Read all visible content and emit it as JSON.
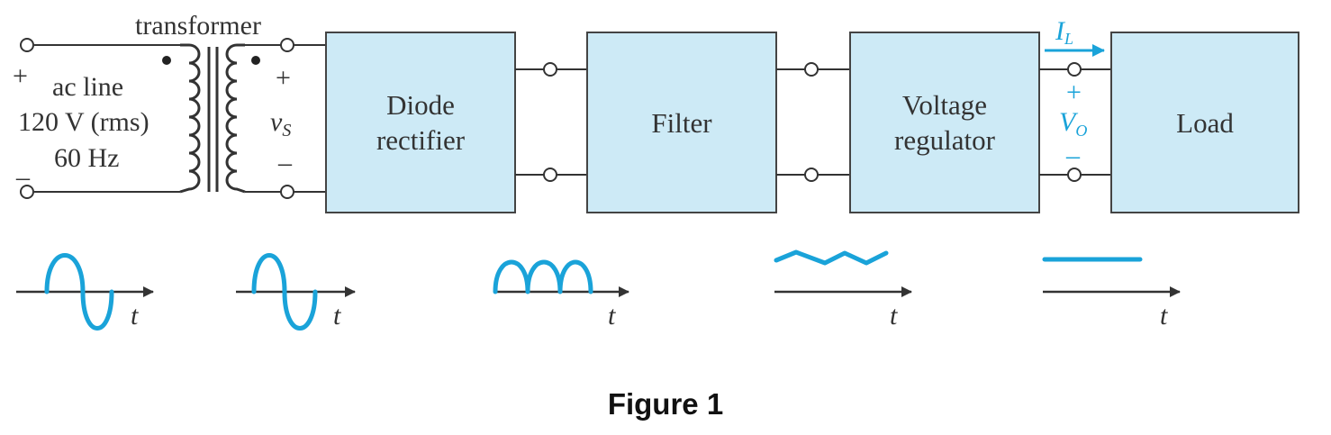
{
  "source": {
    "transformer_label": "transformer",
    "plus": "+",
    "minus": "_",
    "line1": "ac line",
    "line2": "120 V (rms)",
    "line3": "60 Hz"
  },
  "secondary": {
    "plus": "+",
    "voltage_symbol": "v",
    "voltage_subscript": "S",
    "minus": "–"
  },
  "blocks": {
    "rectifier": [
      "Diode",
      "rectifier"
    ],
    "filter": "Filter",
    "regulator": [
      "Voltage",
      "regulator"
    ],
    "load": "Load"
  },
  "output": {
    "current_symbol": "I",
    "current_subscript": "L",
    "plus": "+",
    "voltage_symbol": "V",
    "voltage_subscript": "O",
    "minus": "–"
  },
  "waveforms": {
    "time_label": "t",
    "stages": [
      "ac sine input",
      "ac sine secondary",
      "full-wave rectified",
      "filtered with ripple",
      "regulated dc"
    ]
  },
  "colors": {
    "accent": "#1aa3d9",
    "block_fill": "#cdeaf6",
    "ink": "#333333"
  },
  "caption": "Figure 1"
}
